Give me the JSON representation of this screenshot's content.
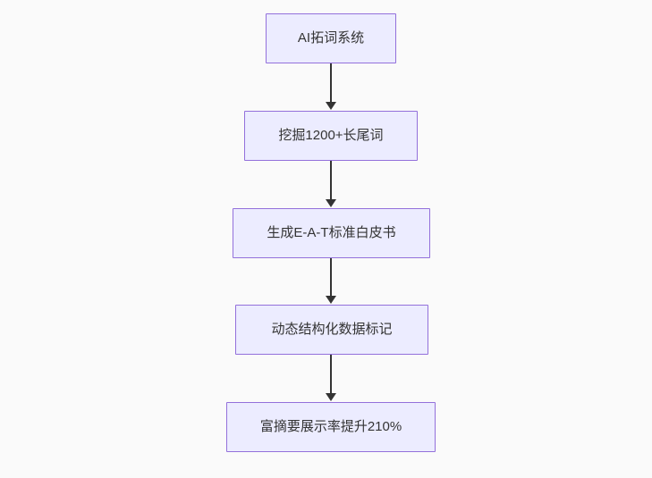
{
  "diagram": {
    "type": "flowchart",
    "direction": "top-down",
    "nodes": [
      {
        "label": "AI拓词系统"
      },
      {
        "label": "挖掘1200+长尾词"
      },
      {
        "label": "生成E-A-T标准白皮书"
      },
      {
        "label": "动态结构化数据标记"
      },
      {
        "label": "富摘要展示率提升210%"
      }
    ],
    "edges": [
      {
        "from": 0,
        "to": 1,
        "style": "arrow-down"
      },
      {
        "from": 1,
        "to": 2,
        "style": "arrow-down"
      },
      {
        "from": 2,
        "to": 3,
        "style": "arrow-down"
      },
      {
        "from": 3,
        "to": 4,
        "style": "arrow-down"
      }
    ]
  },
  "theme": {
    "background": "#fafafa",
    "node_fill": "#ececff",
    "node_border": "#9370db",
    "text_color": "#333333",
    "arrow_color": "#333333"
  }
}
